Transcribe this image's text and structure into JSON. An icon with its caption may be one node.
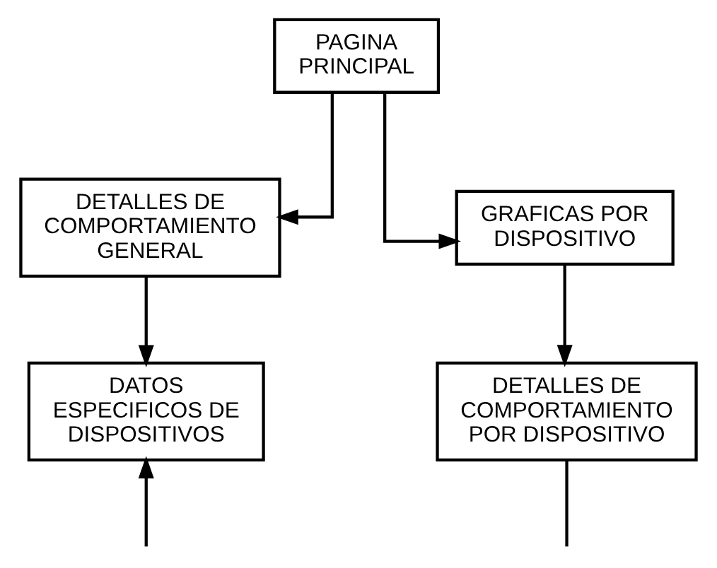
{
  "diagram": {
    "nodes": [
      {
        "text": [
          "PAGINA PRINCIPAL"
        ]
      },
      {
        "text": [
          "DETALLES DE COMPORTAMIENTO GENERAL"
        ]
      },
      {
        "text": [
          "GRAFICAS POR DISPOSITIVO"
        ]
      },
      {
        "text": [
          "DATOS ESPECIFICOS DE DISPOSITIVOS"
        ]
      },
      {
        "text": [
          "DETALLES DE COMPORTAMIENTO POR DISPOSITIVO"
        ]
      }
    ],
    "edges": [
      {
        "from": 0,
        "to": 1,
        "arrow": "to"
      },
      {
        "from": 0,
        "to": 2,
        "arrow": "to"
      },
      {
        "from": 1,
        "to": 3,
        "arrow": "to"
      },
      {
        "from": 2,
        "to": 4,
        "arrow": "to"
      },
      {
        "from": null,
        "to": 3,
        "arrow": "to"
      },
      {
        "from": 4,
        "to": null,
        "arrow": "none"
      }
    ]
  }
}
